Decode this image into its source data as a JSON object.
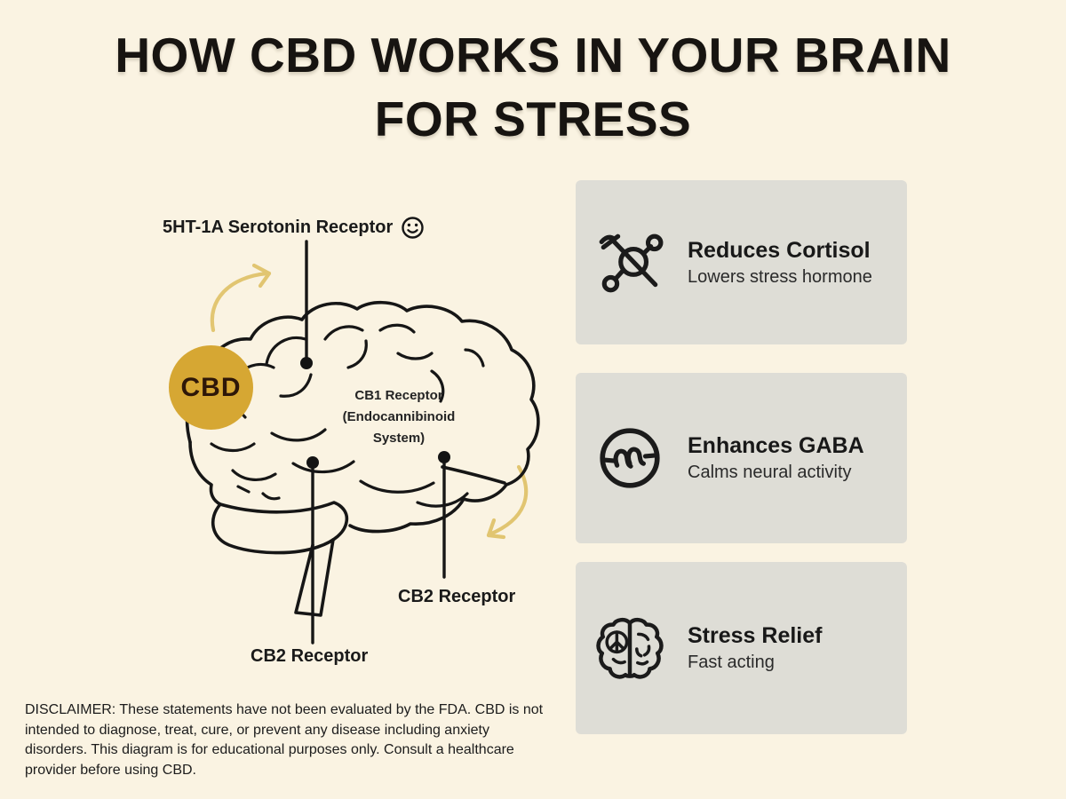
{
  "title": {
    "line1": "HOW CBD WORKS IN YOUR BRAIN",
    "line2": "FOR STRESS"
  },
  "diagram": {
    "serotonin_label": "5HT-1A Serotonin Receptor",
    "serotonin_icon": "smiley-face-icon",
    "cbd_label": "CBD",
    "cb1_label_line1": "CB1 Receptor",
    "cb1_label_line2": "(Endocannibinoid",
    "cb1_label_line3": "System)",
    "cb2_right_label": "CB2 Receptor",
    "cb2_left_label": "CB2 Receptor"
  },
  "cards": [
    {
      "icon": "crossed-cortisol-molecule-icon",
      "title": "Reduces Cortisol",
      "subtitle": "Lowers stress hormone"
    },
    {
      "icon": "calm-waves-circle-icon",
      "title": "Enhances GABA",
      "subtitle": "Calms neural activity"
    },
    {
      "icon": "peace-brain-icon",
      "title": "Stress Relief",
      "subtitle": "Fast acting"
    }
  ],
  "disclaimer": "DISCLAIMER: These statements have not been evaluated by the FDA. CBD is not intended to diagnose, treat, cure, or prevent any disease including anxiety disorders. This diagram is for educational purposes only. Consult a healthcare provider before using CBD.",
  "colors": {
    "background": "#FAF3E2",
    "card_background": "#DEDDD6",
    "cbd_circle": "#D6A733",
    "arrow_gold": "#DFC268",
    "ink": "#161616"
  }
}
